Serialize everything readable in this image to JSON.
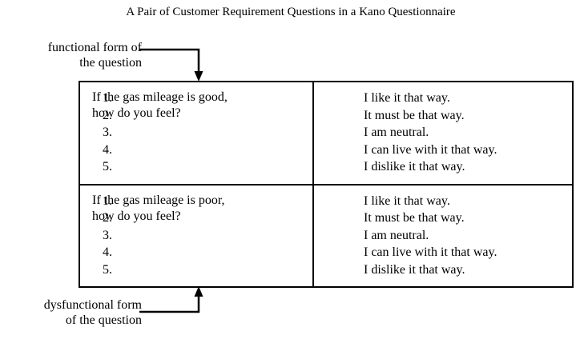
{
  "figure": {
    "title": "A Pair of Customer Requirement Questions in a Kano Questionnaire",
    "background_color": "#ffffff",
    "line_color": "#000000"
  },
  "callouts": {
    "functional": {
      "name": "functional-form-callout",
      "line_1": "functional form of",
      "line_2": "the question",
      "arrow": "elbow-arrow-down"
    },
    "dysfunctional": {
      "name": "dysfunctional-form-callout",
      "line_1": "dysfunctional form",
      "line_2": "of the question",
      "arrow": "elbow-arrow-up"
    }
  },
  "table": {
    "rows": [
      {
        "question_line_1": "If the gas mileage is good,",
        "question_line_2": "how do you feel?",
        "answers": [
          {
            "num": "1.",
            "text": "I like it that way."
          },
          {
            "num": "2.",
            "text": "It must be that way."
          },
          {
            "num": "3.",
            "text": "I am neutral."
          },
          {
            "num": "4.",
            "text": "I can live with it that way."
          },
          {
            "num": "5.",
            "text": "I dislike it that way."
          }
        ]
      },
      {
        "question_line_1": "If the gas mileage is poor,",
        "question_line_2": "how do you feel?",
        "answers": [
          {
            "num": "1.",
            "text": "I like it that way."
          },
          {
            "num": "2.",
            "text": "It must be that way."
          },
          {
            "num": "3.",
            "text": "I am neutral."
          },
          {
            "num": "4.",
            "text": "I can live with it that way."
          },
          {
            "num": "5.",
            "text": "I dislike it that way."
          }
        ]
      }
    ]
  }
}
